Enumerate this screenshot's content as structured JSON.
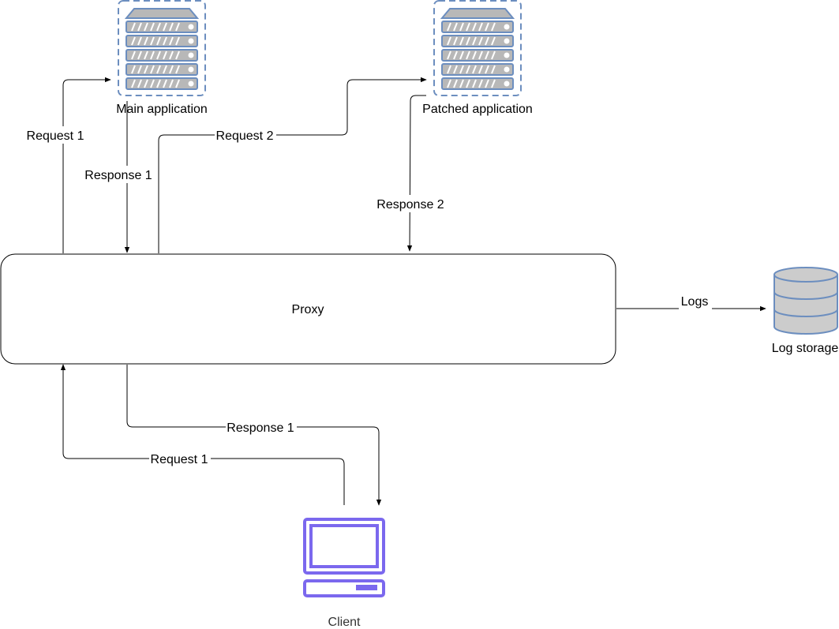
{
  "nodes": {
    "main_app": {
      "label": "Main application"
    },
    "patched_app": {
      "label": "Patched application"
    },
    "proxy": {
      "label": "Proxy"
    },
    "log_storage": {
      "label": "Log storage"
    },
    "client": {
      "label": "Client"
    }
  },
  "edges": {
    "request_1_main": "Request 1",
    "response_1_main": "Response 1",
    "request_2_patched": "Request 2",
    "response_2_patched": "Response 2",
    "logs": "Logs",
    "response_1_client": "Response 1",
    "request_1_client": "Request 1"
  },
  "colors": {
    "server_fill": "#b8b8b8",
    "server_stroke": "#6c8ebf",
    "server_dash": "#6c8ebf",
    "db_fill": "#cccccc",
    "db_stroke": "#6c8ebf",
    "client_stroke": "#7b68ee",
    "line": "#000000"
  }
}
